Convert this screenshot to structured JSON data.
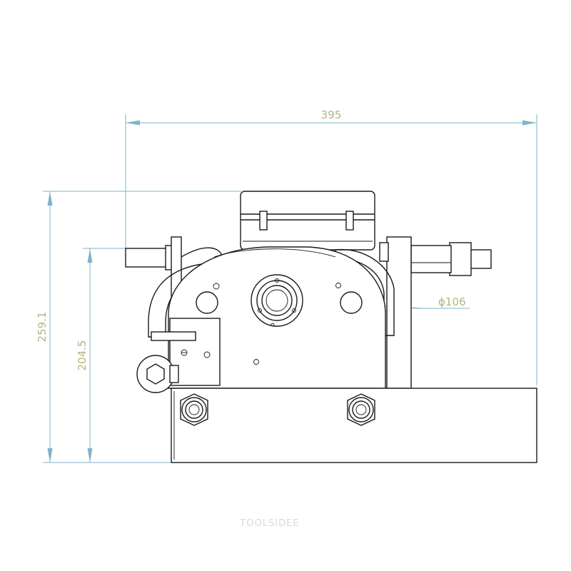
{
  "dimensions": {
    "overall_width": "395",
    "overall_height": "259.1",
    "axis_height": "204.5",
    "wheel_diameter": "ϕ106"
  },
  "watermark": "TOOLSIDEE",
  "colors": {
    "dimension_line": "#7fb3c8",
    "dimension_text": "#b5b482",
    "outline": "#1a1a1a"
  }
}
